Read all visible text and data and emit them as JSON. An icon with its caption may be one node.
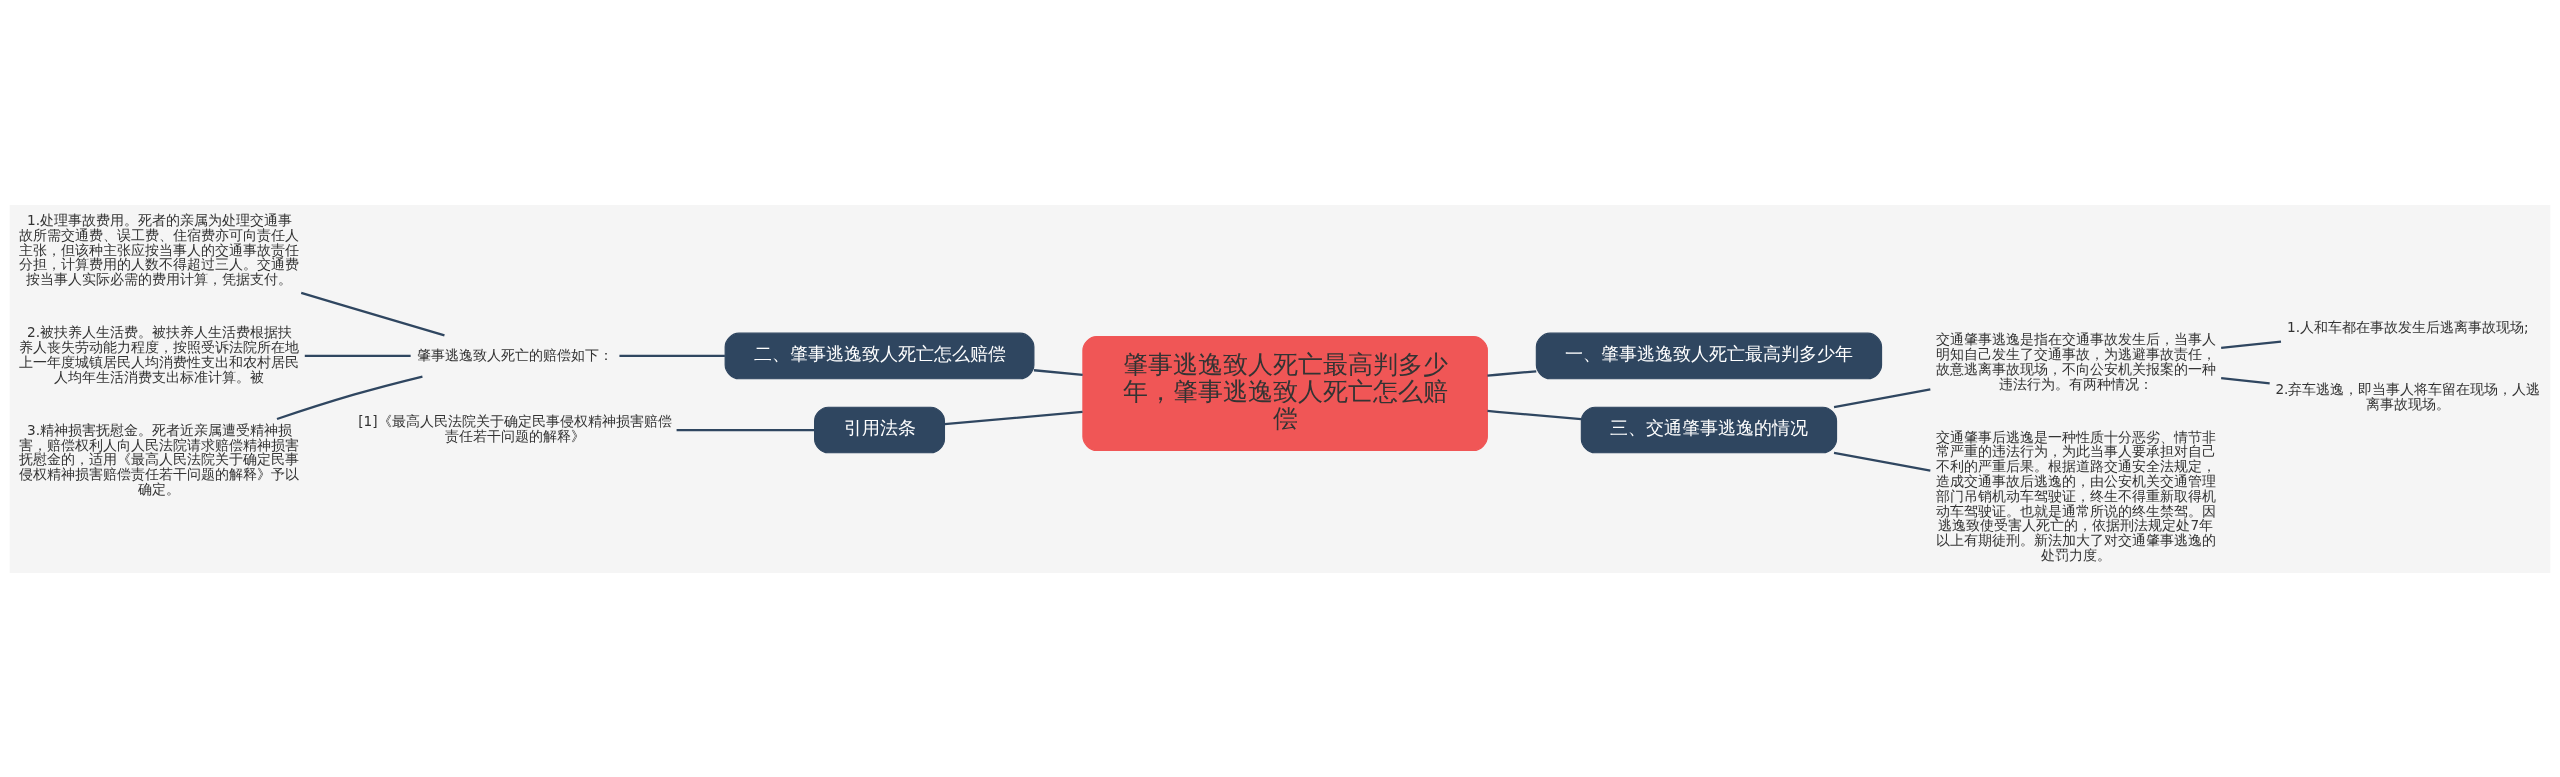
{
  "diagram": {
    "nodes": [
      {
        "text": [
          "肇事逃逸致人死亡最高判多少年，肇事逃逸致人死亡怎么赔偿"
        ]
      },
      {
        "text": [
          "二、肇事逃逸致人死亡怎么赔偿"
        ]
      },
      {
        "text": [
          "肇事逃逸致人死亡的赔偿如下："
        ]
      },
      {
        "text": [
          "1.处理事故费用。死者的亲属为处理交通事故所需交通费、误工费、住宿费亦可向责任人主张，但该种主张应按当事人的交通事故责任分担，计算费用的人数不得超过三人。交通费按当事人实际必需的费用计算，凭据支付。"
        ]
      },
      {
        "text": [
          "2.被扶养人生活费。被扶养人生活费根据扶养人丧失劳动能力程度，按照受诉法院所在地上一年度城镇居民人均消费性支出和农村居民人均年生活消费支出标准计算。被"
        ]
      },
      {
        "text": [
          "3.精神损害抚慰金。死者近亲属遭受精神损害，赔偿权利人向人民法院请求赔偿精神损害抚慰金的，适用《最高人民法院关于确定民事侵权精神损害赔偿责任若干问题的解释》予以确定。"
        ]
      },
      {
        "text": [
          "引用法条"
        ]
      },
      {
        "text": [
          "[1]《最高人民法院关于确定民事侵权精神损害赔偿责任若干问题的解释》"
        ]
      },
      {
        "text": [
          "一、肇事逃逸致人死亡最高判多少年"
        ]
      },
      {
        "text": [
          "三、交通肇事逃逸的情况"
        ]
      },
      {
        "text": [
          "交通肇事逃逸是指在交通事故发生后，当事人明知自己发生了交通事故，为逃避事故责任，故意逃离事故现场，不向公安机关报案的一种违法行为。有两种情况："
        ]
      },
      {
        "text": [
          "1.人和车都在事故发生后逃离事故现场;"
        ]
      },
      {
        "text": [
          "2.弃车逃逸，即当事人将车留在现场，人逃离事故现场。"
        ]
      },
      {
        "text": [
          "交通肇事后逃逸是一种性质十分恶劣、情节非常严重的违法行为，为此当事人要承担对自己不利的严重后果。根据道路交通安全法规定，造成交通事故后逃逸的，由公安机关交通管理部门吊销机动车驾驶证，终生不得重新取得机动车驾驶证。也就是通常所说的终生禁驾。因逃逸致使受害人死亡的，依据刑法规定处7年以上有期徒刑。新法加大了对交通肇事逃逸的处罚力度。"
        ]
      }
    ],
    "edges": [
      {
        "from": 0,
        "to": 1,
        "arrow": "none"
      },
      {
        "from": 1,
        "to": 2,
        "arrow": "none"
      },
      {
        "from": 2,
        "to": 3,
        "arrow": "none"
      },
      {
        "from": 2,
        "to": 4,
        "arrow": "none"
      },
      {
        "from": 2,
        "to": 5,
        "arrow": "none"
      },
      {
        "from": 0,
        "to": 6,
        "arrow": "none"
      },
      {
        "from": 6,
        "to": 7,
        "arrow": "none"
      },
      {
        "from": 0,
        "to": 8,
        "arrow": "none"
      },
      {
        "from": 0,
        "to": 9,
        "arrow": "none"
      },
      {
        "from": 9,
        "to": 10,
        "arrow": "none"
      },
      {
        "from": 10,
        "to": 11,
        "arrow": "none"
      },
      {
        "from": 10,
        "to": 12,
        "arrow": "none"
      },
      {
        "from": 9,
        "to": 13,
        "arrow": "none"
      }
    ]
  }
}
